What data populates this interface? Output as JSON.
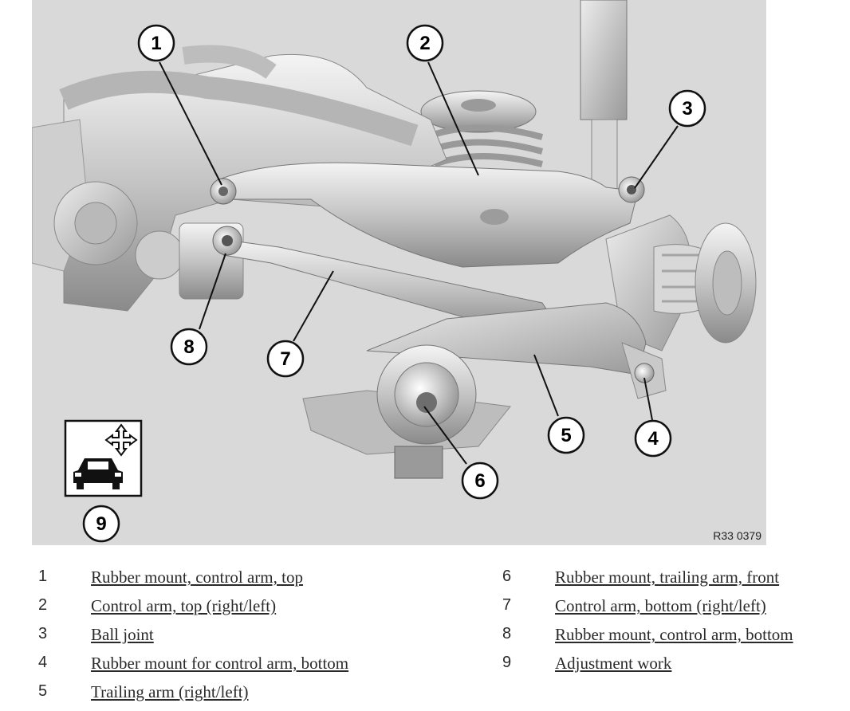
{
  "figure": {
    "code": "R33 0379",
    "callouts": [
      "1",
      "2",
      "3",
      "4",
      "5",
      "6",
      "7",
      "8",
      "9"
    ]
  },
  "legend": {
    "items": [
      {
        "num": "1",
        "text": "Rubber mount, control arm, top"
      },
      {
        "num": "2",
        "text": "Control arm, top (right/left)"
      },
      {
        "num": "3",
        "text": "Ball joint"
      },
      {
        "num": "4",
        "text": "Rubber mount for control arm, bottom"
      },
      {
        "num": "5",
        "text": "Trailing arm (right/left)"
      },
      {
        "num": "6",
        "text": "Rubber mount, trailing arm, front"
      },
      {
        "num": "7",
        "text": "Control arm, bottom (right/left)"
      },
      {
        "num": "8",
        "text": "Rubber mount, control arm, bottom"
      },
      {
        "num": "9",
        "text": "Adjustment work"
      }
    ]
  }
}
